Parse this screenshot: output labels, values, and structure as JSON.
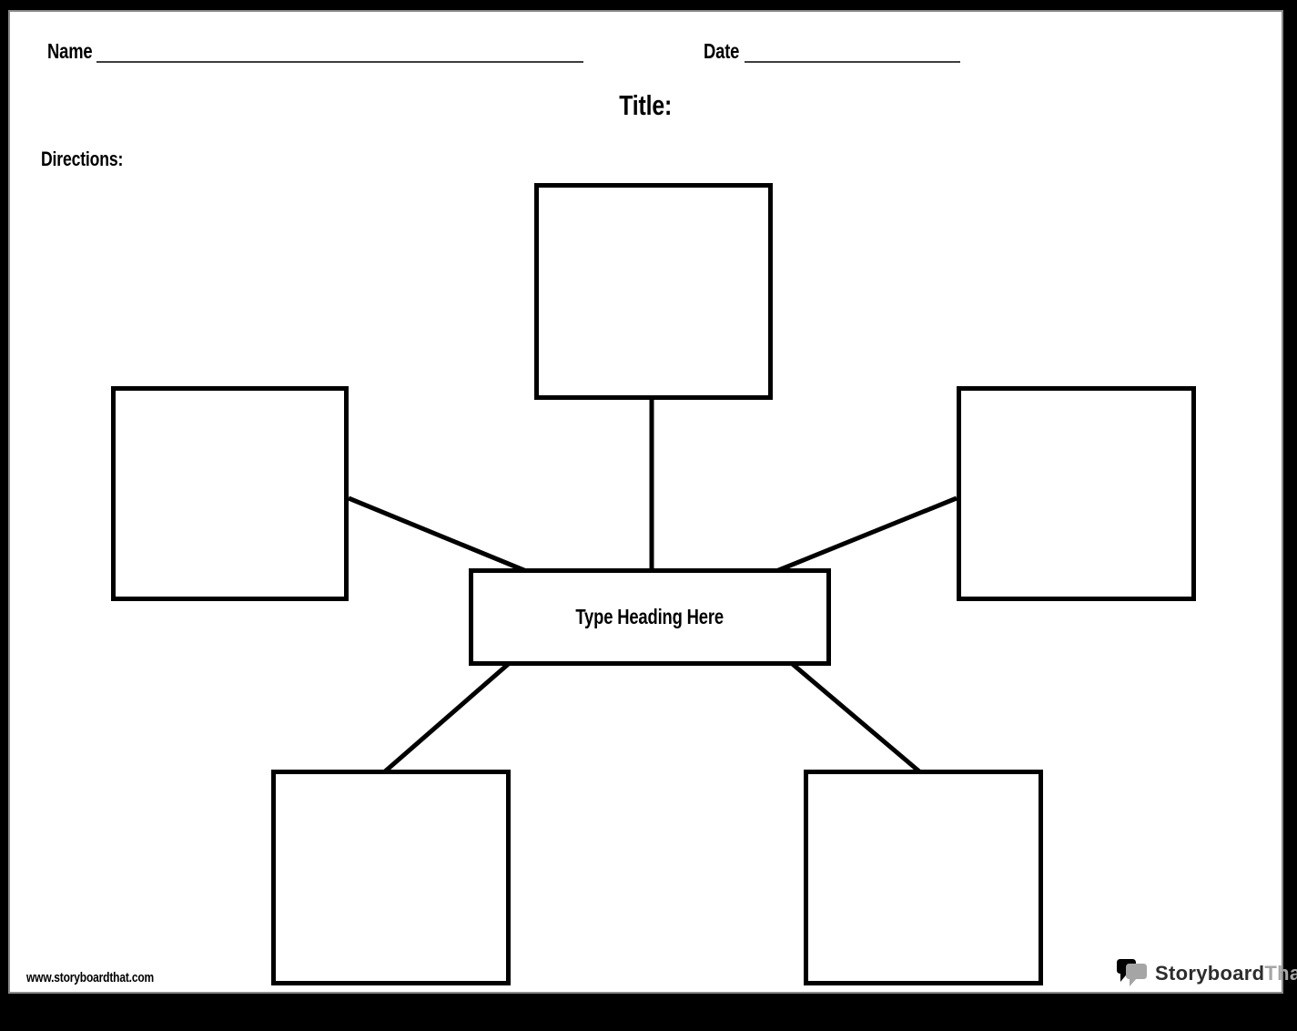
{
  "header": {
    "name_label": "Name",
    "date_label": "Date",
    "title_label": "Title:",
    "directions_label": "Directions:"
  },
  "diagram": {
    "center_heading": "Type Heading Here",
    "spoke_boxes": [
      {
        "position": "top",
        "content": ""
      },
      {
        "position": "left",
        "content": ""
      },
      {
        "position": "right",
        "content": ""
      },
      {
        "position": "bottom-left",
        "content": ""
      },
      {
        "position": "bottom-right",
        "content": ""
      }
    ]
  },
  "footer": {
    "website_url": "www.storyboardthat.com",
    "logo_text_primary": "Storyboard",
    "logo_text_secondary": "That"
  },
  "colors": {
    "ink": "#000000",
    "rule": "#3d3d3d",
    "page-border": "#8a8a8a",
    "page-bg": "#ffffff",
    "canvas-bg": "#000000",
    "logo-dark": "#2d2d2d",
    "logo-gray": "#a5a5a5"
  }
}
